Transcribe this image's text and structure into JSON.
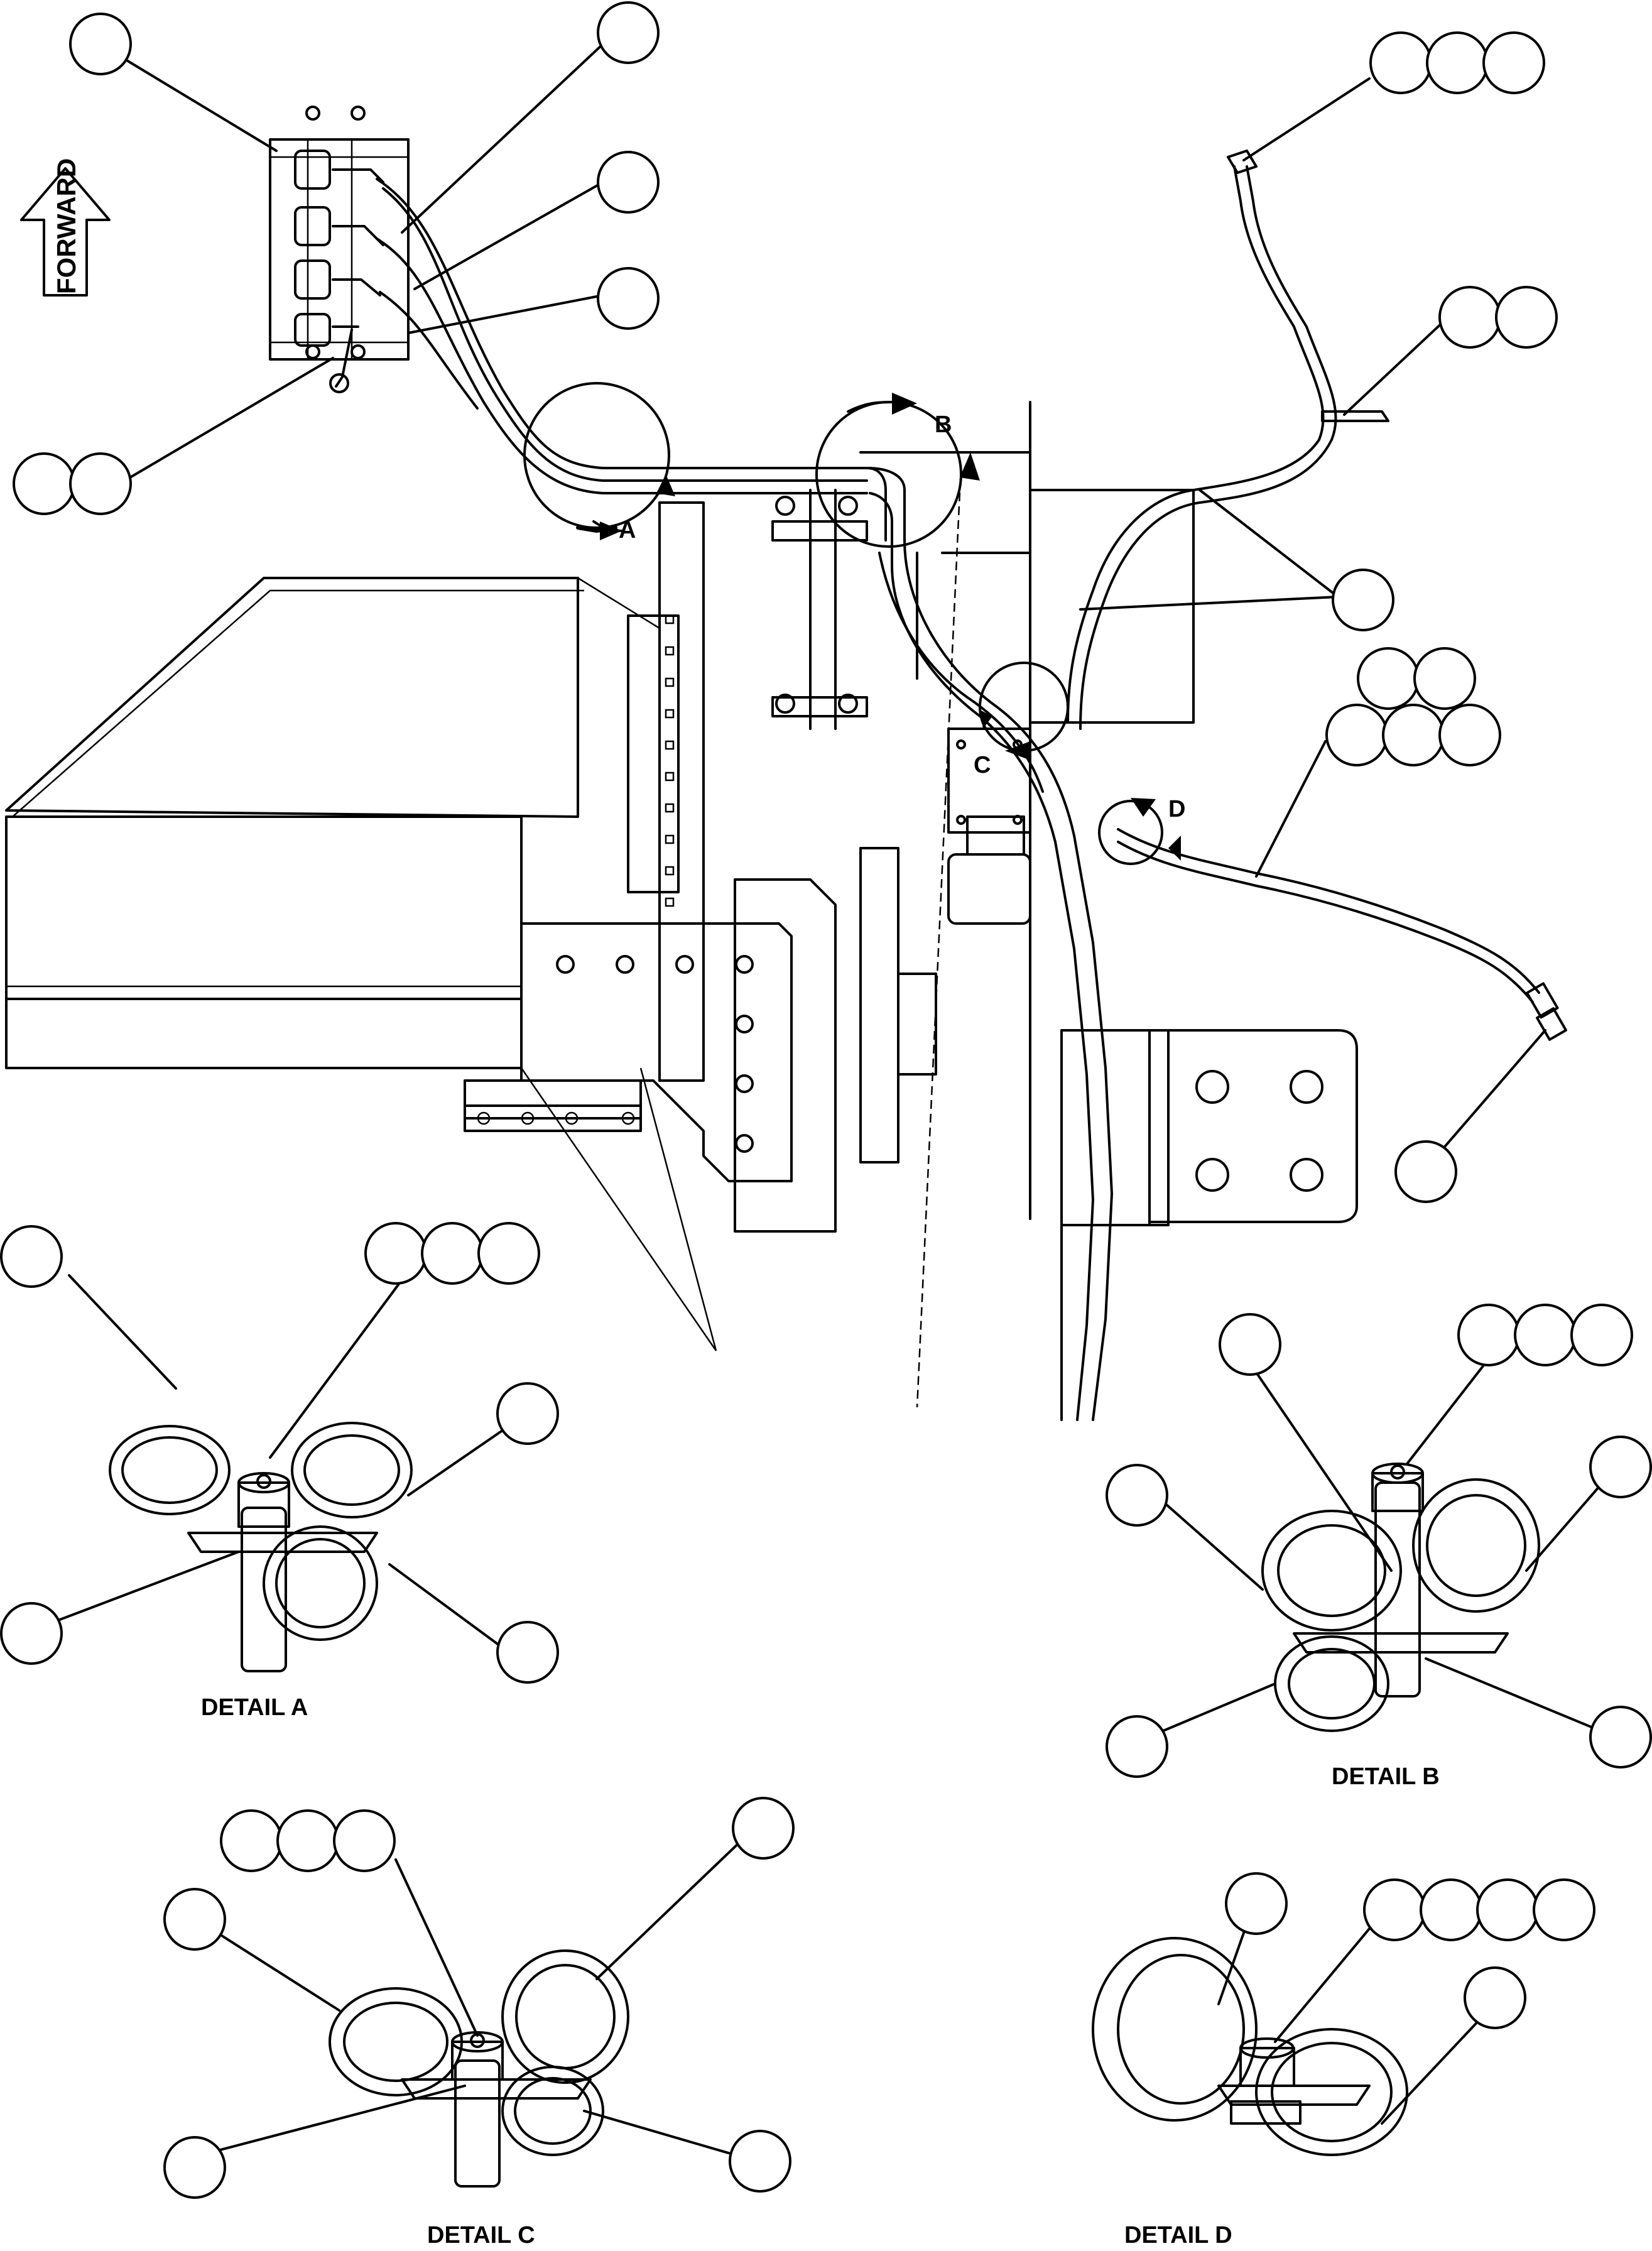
{
  "forward_label": "FORWARD",
  "view_markers": {
    "a": "A",
    "b": "B",
    "c": "C",
    "d": "D"
  },
  "details": {
    "a": "DETAIL A",
    "b": "DETAIL B",
    "c": "DETAIL C",
    "d": "DETAIL D"
  }
}
